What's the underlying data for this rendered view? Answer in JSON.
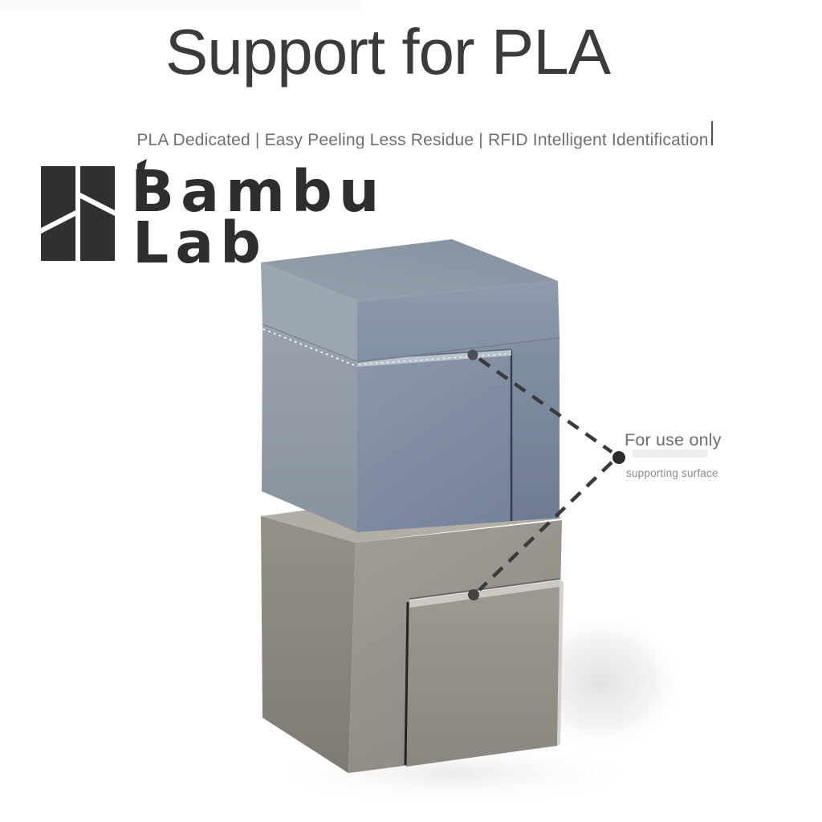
{
  "header": {
    "title": "Support for PLA",
    "subtitle": "PLA Dedicated | Easy Peeling Less Residue | RFID Intelligent Identification"
  },
  "brand": {
    "logo_line1": "Bambu",
    "logo_line2": "Lab"
  },
  "callout": {
    "primary": "For use only",
    "secondary": "supporting surface"
  },
  "colors": {
    "background": "#ffffff",
    "title_text": "#3b3b3b",
    "subtitle_text": "#6f6f6f",
    "logo_dark": "#2e2e2e",
    "top_box_blue": "#8794a8",
    "top_box_highlight": "#bac2ce",
    "bottom_box_gray": "#9b978f",
    "bottom_box_highlight": "#ccc9c3",
    "annotation_dark": "#3a3a3a"
  }
}
